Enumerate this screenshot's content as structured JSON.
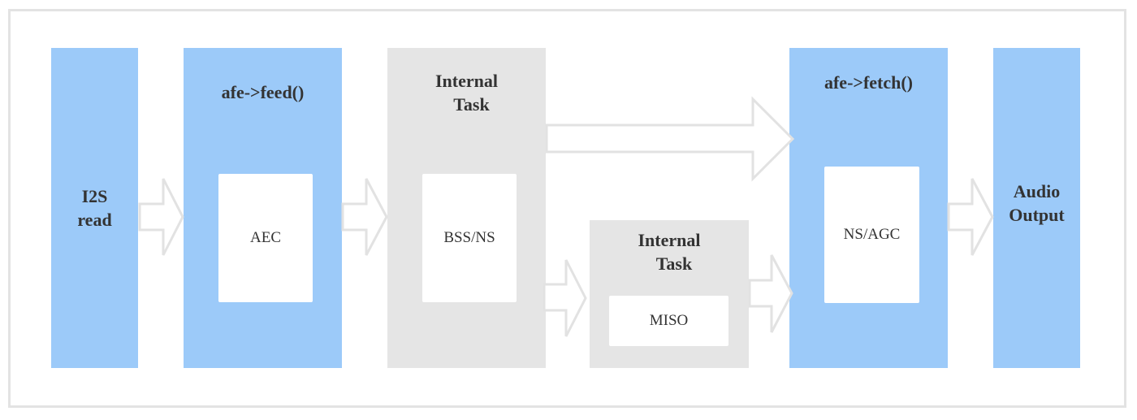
{
  "diagram": {
    "i2s_read": {
      "line1": "I2S",
      "line2": "read"
    },
    "feed": {
      "title": "afe->feed()",
      "inner": "AEC"
    },
    "internal_task_top": {
      "line1": "Internal",
      "line2": "Task",
      "inner": "BSS/NS"
    },
    "internal_task_bottom": {
      "line1": "Internal",
      "line2": "Task",
      "inner": "MISO"
    },
    "fetch": {
      "title": "afe->fetch()",
      "inner": "NS/AGC"
    },
    "audio_output": {
      "line1": "Audio",
      "line2": "Output"
    }
  },
  "colors": {
    "stage_blue": "#9ccaf9",
    "task_gray": "#e5e5e5",
    "arrow_stroke": "#e2e2e2",
    "frame_border": "#e3e3e3",
    "text": "#333333"
  }
}
